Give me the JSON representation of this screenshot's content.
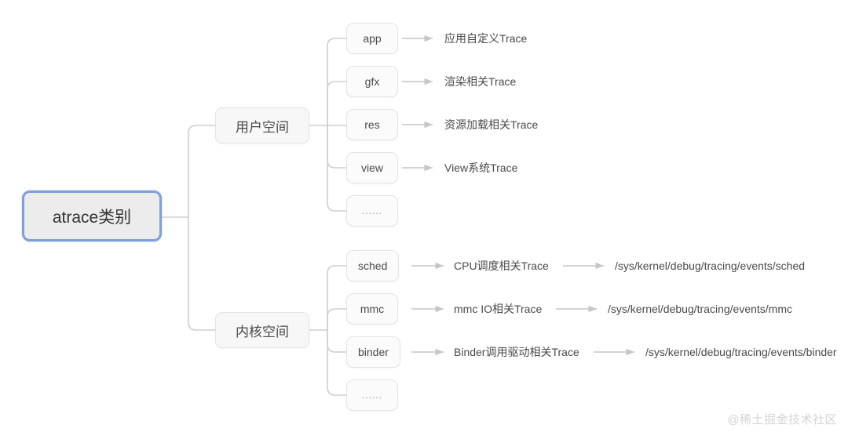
{
  "diagram": {
    "root": {
      "id": "atrace-category",
      "label": "atrace类别"
    },
    "branches": [
      {
        "id": "user-space",
        "label": "用户空间",
        "children": [
          {
            "id": "app",
            "label": "app",
            "desc": "应用自定义Trace"
          },
          {
            "id": "gfx",
            "label": "gfx",
            "desc": "渲染相关Trace"
          },
          {
            "id": "res",
            "label": "res",
            "desc": "资源加载相关Trace"
          },
          {
            "id": "view",
            "label": "view",
            "desc": "View系统Trace"
          },
          {
            "id": "more",
            "label": "......"
          }
        ]
      },
      {
        "id": "kernel-space",
        "label": "内核空间",
        "children": [
          {
            "id": "sched",
            "label": "sched",
            "desc": "CPU调度相关Trace",
            "path": "/sys/kernel/debug/tracing/events/sched"
          },
          {
            "id": "mmc",
            "label": "mmc",
            "desc": "mmc IO相关Trace",
            "path": "/sys/kernel/debug/tracing/events/mmc"
          },
          {
            "id": "binder",
            "label": "binder",
            "desc": "Binder调用驱动相关Trace",
            "path": "/sys/kernel/debug/tracing/events/binder"
          },
          {
            "id": "more",
            "label": "......"
          }
        ]
      }
    ],
    "watermark": "@稀土掘金技术社区",
    "colors": {
      "line": "#cfcfcf",
      "arrow": "#c6c6c6",
      "node_bg": "#fbfbfb",
      "node_border": "#e4e4e4",
      "root_bg": "#ececec",
      "root_border": "#7fa0d9",
      "text": "#4a4a4a",
      "dots": "#8f8f8f",
      "watermark": "#d5d5d5"
    }
  }
}
